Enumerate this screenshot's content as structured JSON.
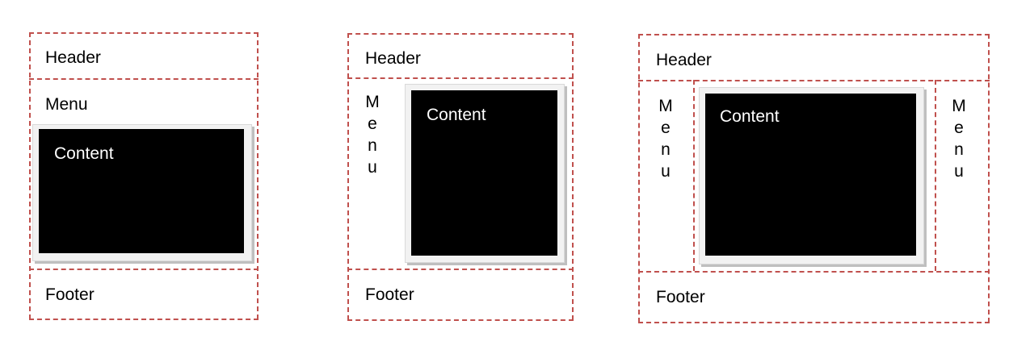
{
  "colors": {
    "dash": "#c0504d",
    "content_bg": "#000000",
    "content_text": "#ffffff"
  },
  "layouts": [
    {
      "header": "Header",
      "menu": "Menu",
      "content": "Content",
      "footer": "Footer"
    },
    {
      "header": "Header",
      "menu_letters": [
        "M",
        "e",
        "n",
        "u"
      ],
      "content": "Content",
      "footer": "Footer"
    },
    {
      "header": "Header",
      "left_menu_letters": [
        "M",
        "e",
        "n",
        "u"
      ],
      "content": "Content",
      "right_menu_letters": [
        "M",
        "e",
        "n",
        "u"
      ],
      "footer": "Footer"
    }
  ]
}
